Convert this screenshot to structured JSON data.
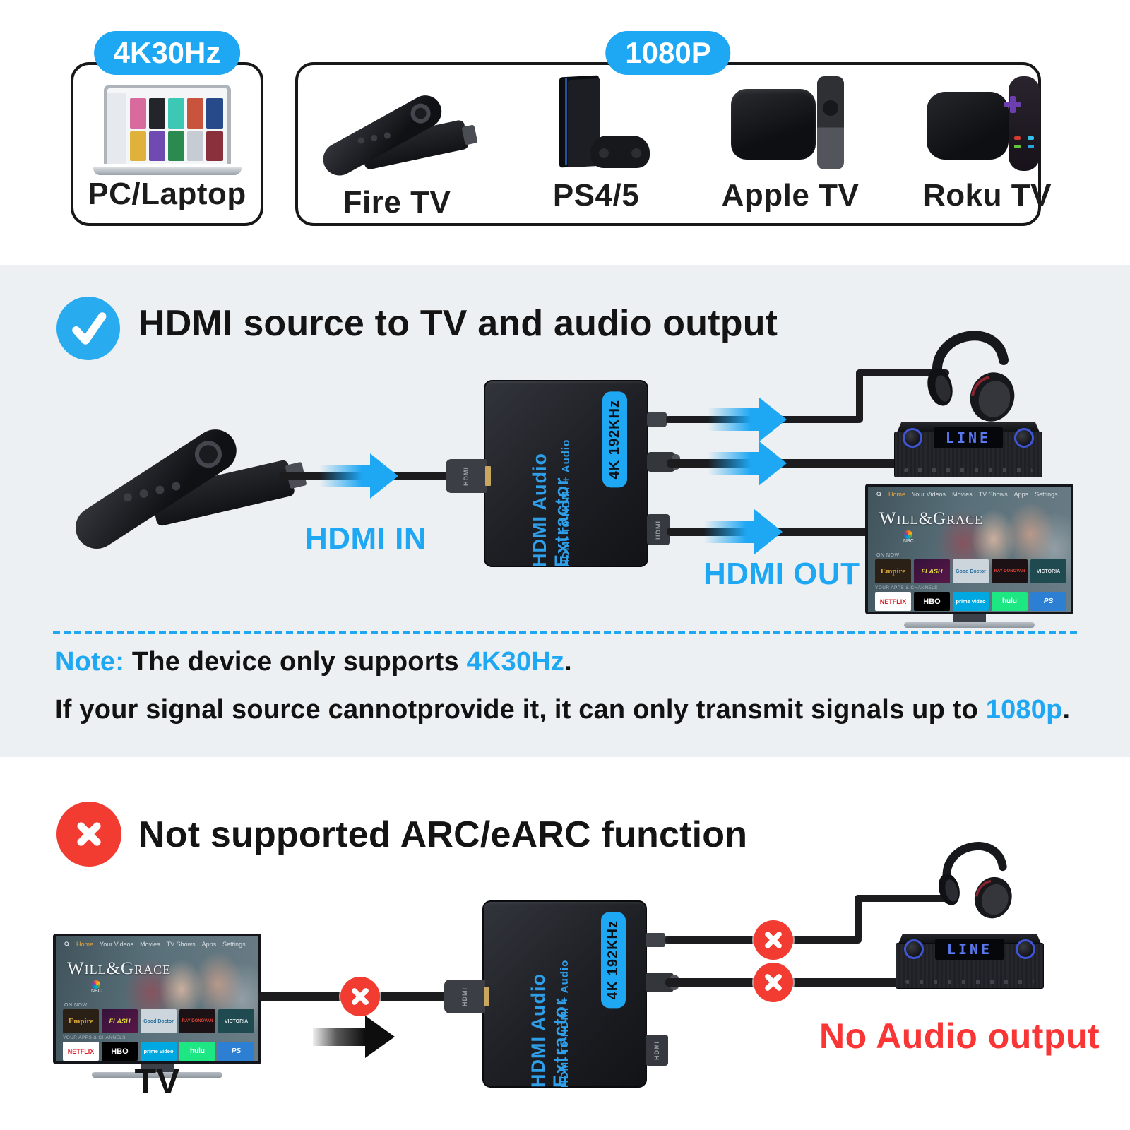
{
  "colors": {
    "accent_blue": "#1EA7F3",
    "alert_red": "#F23B31",
    "no_audio_red": "#F93535",
    "section_gray": "#EDF0F2",
    "extractor_text_blue": "#2F9FEA"
  },
  "top": {
    "badge_left": "4K30Hz",
    "badge_right": "1080P",
    "pc_label": "PC/Laptop",
    "devices": [
      {
        "label": "Fire TV"
      },
      {
        "label": "PS4/5"
      },
      {
        "label": "Apple TV"
      },
      {
        "label": "Roku TV"
      }
    ]
  },
  "supported": {
    "heading": "HDMI source to TV and audio output",
    "hdmi_in": "HDMI IN",
    "hdmi_out": "HDMI OUT"
  },
  "note": {
    "label": "Note:",
    "line1_text": " The device only supports ",
    "line1_highlight": "4K30Hz",
    "line1_end": ".",
    "line2_text": "If your signal source cannotprovide it, it can only transmit signals up to ",
    "line2_highlight": "1080p",
    "line2_end": "."
  },
  "unsupported": {
    "heading": "Not supported ARC/eARC function",
    "tv_label": "TV",
    "no_audio": "No Audio output"
  },
  "extractor": {
    "title": "HDMI Audio Extractor",
    "subtitle": "HDMI To HDMI + Audio",
    "badge": "4K 192KHz",
    "hdmi_port": "HDMI"
  },
  "amplifier": {
    "display": "LINE"
  },
  "tv_screen": {
    "menu": [
      "Home",
      "Your Videos",
      "Movies",
      "TV Shows",
      "Apps",
      "Settings"
    ],
    "title": "Will&Grace",
    "network": "NBC",
    "on_now": "ON NOW",
    "thumbs": [
      "Empire",
      "FLASH",
      "Good Doctor",
      "RAY DONOVAN",
      "VICTORIA"
    ],
    "apps_header": "YOUR APPS & CHANNELS",
    "apps": [
      "NETFLIX",
      "HBO",
      "prime video",
      "hulu",
      "PS"
    ]
  }
}
